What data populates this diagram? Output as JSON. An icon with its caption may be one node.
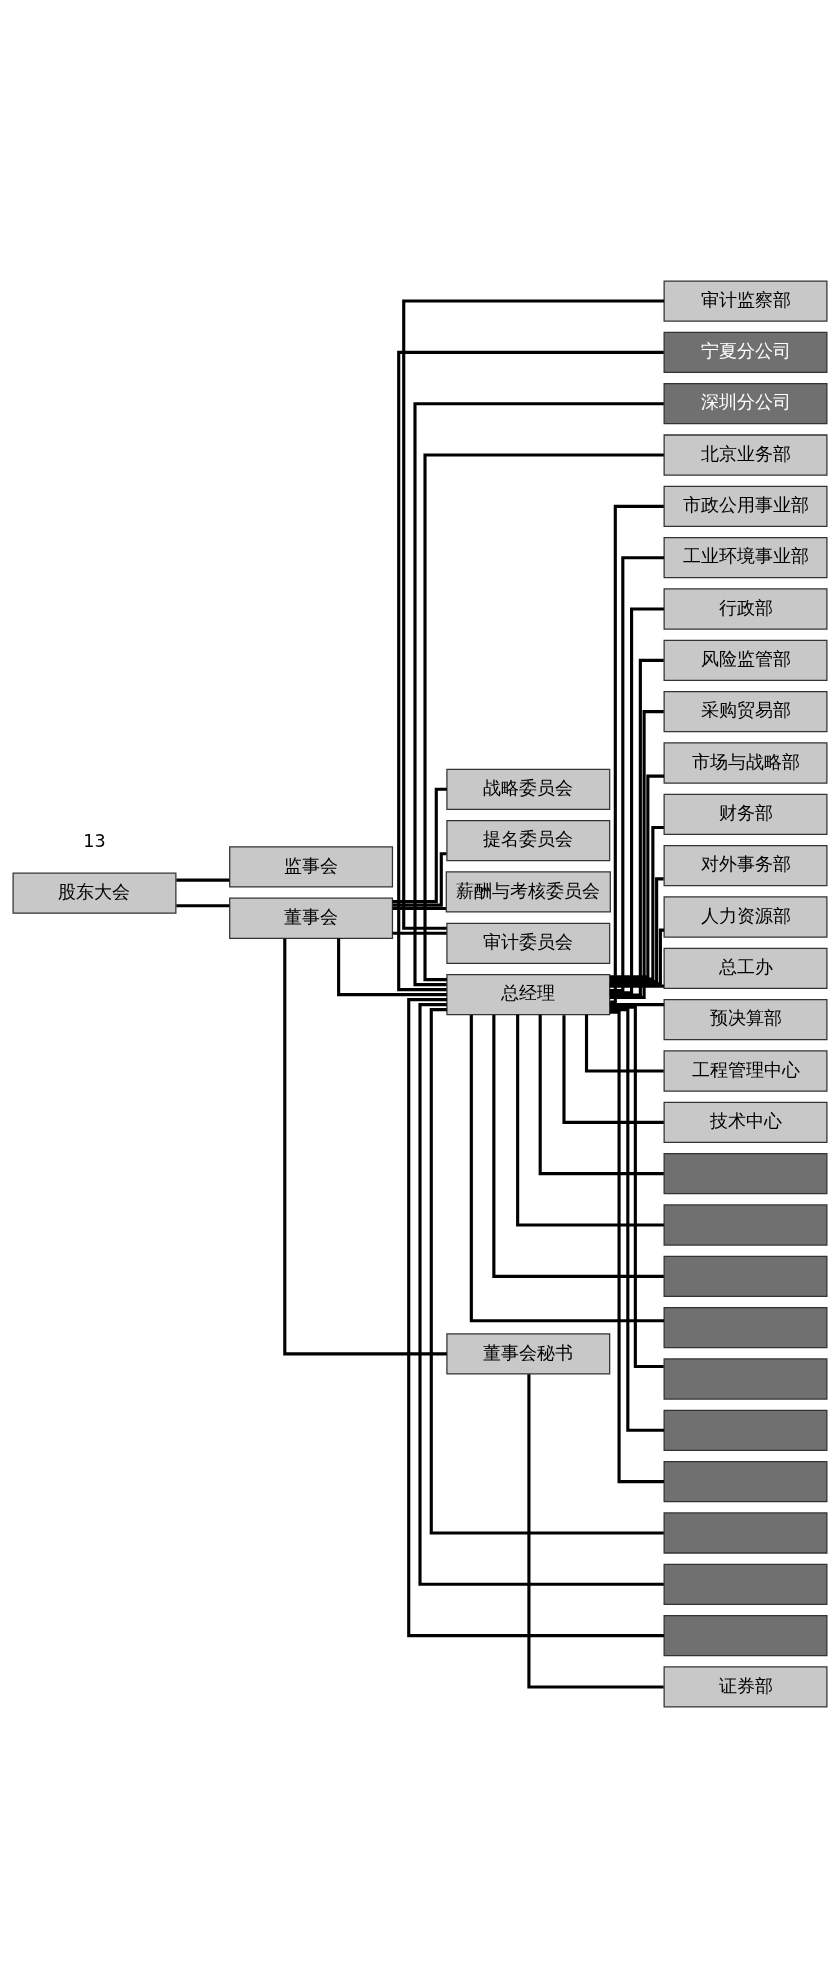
{
  "diagram": {
    "nodes": [
      {
        "text": [
          "股东大会"
        ]
      },
      {
        "text": [
          "监事会"
        ]
      },
      {
        "text": [
          "董事会"
        ]
      },
      {
        "text": [
          "战略委员会"
        ]
      },
      {
        "text": [
          "提名委员会"
        ]
      },
      {
        "text": [
          "薪酬与考核委员会"
        ]
      },
      {
        "text": [
          "审计委员会"
        ]
      },
      {
        "text": [
          "总经理"
        ]
      },
      {
        "text": [
          "董事会秘书"
        ]
      },
      {
        "text": [
          "审计监察部"
        ]
      },
      {
        "text": [
          "宁夏分公司"
        ]
      },
      {
        "text": [
          "深圳分公司"
        ]
      },
      {
        "text": [
          "北京业务部"
        ]
      },
      {
        "text": [
          "市政公用事业部"
        ]
      },
      {
        "text": [
          "工业环境事业部"
        ]
      },
      {
        "text": [
          "行政部"
        ]
      },
      {
        "text": [
          "风险监管部"
        ]
      },
      {
        "text": [
          "采购贸易部"
        ]
      },
      {
        "text": [
          "市场与战略部"
        ]
      },
      {
        "text": [
          "财务部"
        ]
      },
      {
        "text": [
          "对外事务部"
        ]
      },
      {
        "text": [
          "人力资源部"
        ]
      },
      {
        "text": [
          "总工办"
        ]
      },
      {
        "text": [
          "预决算部"
        ]
      },
      {
        "text": [
          "工程管理中心"
        ]
      },
      {
        "text": [
          "技术中心"
        ]
      },
      {
        "text": [],
        "shape": "box"
      },
      {
        "text": [],
        "shape": "box"
      },
      {
        "text": [],
        "shape": "box"
      },
      {
        "text": [],
        "shape": "box"
      },
      {
        "text": [],
        "shape": "box"
      },
      {
        "text": [],
        "shape": "box"
      },
      {
        "text": [],
        "shape": "box"
      },
      {
        "text": [],
        "shape": "box"
      },
      {
        "text": [],
        "shape": "box"
      },
      {
        "text": [],
        "shape": "box"
      },
      {
        "text": [
          "证券部"
        ]
      }
    ],
    "edges": [
      {
        "from": 0,
        "to": 2,
        "arrow": "none"
      },
      {
        "from": 0,
        "to": 1,
        "arrow": "none"
      },
      {
        "from": 2,
        "to": 3,
        "arrow": "none"
      },
      {
        "from": 2,
        "to": 4,
        "arrow": "none"
      },
      {
        "from": 2,
        "to": 5,
        "arrow": "none"
      },
      {
        "from": 2,
        "to": 6,
        "arrow": "none"
      },
      {
        "from": 2,
        "to": 7,
        "arrow": "none"
      },
      {
        "from": 2,
        "to": 8,
        "arrow": "none"
      },
      {
        "from": 6,
        "to": 9,
        "arrow": "none"
      },
      {
        "from": 7,
        "to": 10,
        "arrow": "none"
      },
      {
        "from": 7,
        "to": 11,
        "arrow": "none"
      },
      {
        "from": 7,
        "to": 12,
        "arrow": "none"
      },
      {
        "from": 7,
        "to": 13,
        "arrow": "none"
      },
      {
        "from": 7,
        "to": 14,
        "arrow": "none"
      },
      {
        "from": 7,
        "to": 15,
        "arrow": "none"
      },
      {
        "from": 7,
        "to": 16,
        "arrow": "none"
      },
      {
        "from": 7,
        "to": 17,
        "arrow": "none"
      },
      {
        "from": 7,
        "to": 18,
        "arrow": "none"
      },
      {
        "from": 7,
        "to": 19,
        "arrow": "none"
      },
      {
        "from": 7,
        "to": 20,
        "arrow": "none"
      },
      {
        "from": 7,
        "to": 21,
        "arrow": "none"
      },
      {
        "from": 7,
        "to": 22,
        "arrow": "none"
      },
      {
        "from": 7,
        "to": 23,
        "arrow": "none"
      },
      {
        "from": 7,
        "to": 24,
        "arrow": "none"
      },
      {
        "from": 7,
        "to": 25,
        "arrow": "none"
      },
      {
        "from": 7,
        "to": 26,
        "arrow": "none"
      },
      {
        "from": 7,
        "to": 27,
        "arrow": "none"
      },
      {
        "from": 7,
        "to": 28,
        "arrow": "none"
      },
      {
        "from": 7,
        "to": 29,
        "arrow": "none"
      },
      {
        "from": 7,
        "to": 30,
        "arrow": "none"
      },
      {
        "from": 7,
        "to": 31,
        "arrow": "none"
      },
      {
        "from": 7,
        "to": 32,
        "arrow": "none"
      },
      {
        "from": 7,
        "to": 33,
        "arrow": "none"
      },
      {
        "from": 7,
        "to": 34,
        "arrow": "none"
      },
      {
        "from": 7,
        "to": 35,
        "arrow": "none"
      },
      {
        "from": 8,
        "to": 36,
        "arrow": "none"
      }
    ],
    "labels": [
      "13"
    ]
  }
}
